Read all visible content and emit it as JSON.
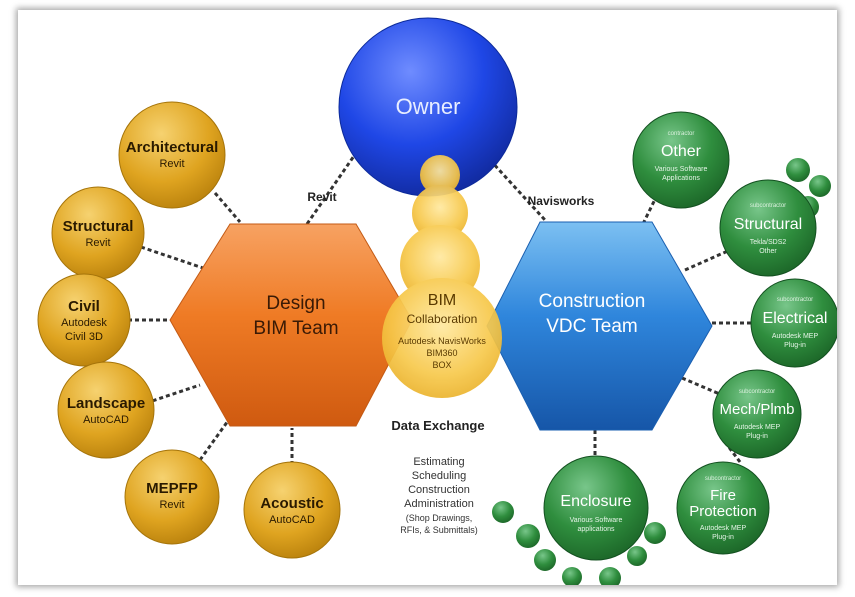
{
  "owner": {
    "label": "Owner"
  },
  "design_team": {
    "line1": "Design",
    "line2": "BIM Team"
  },
  "construction_team": {
    "line1": "Construction",
    "line2": "VDC Team"
  },
  "bim": {
    "title": "BIM",
    "subtitle": "Collaboration",
    "tools": [
      "Autodesk NavisWorks",
      "BIM360",
      "BOX"
    ]
  },
  "edge_labels": {
    "revit": "Revit",
    "navisworks": "Navisworks"
  },
  "data_exchange": {
    "title": "Data Exchange",
    "lines": [
      "Estimating",
      "Scheduling",
      "Construction",
      "Administration",
      "(Shop Drawings,",
      "RFIs, & Submittals)"
    ]
  },
  "design_nodes": [
    {
      "title": "Architectural",
      "sub": [
        "Revit"
      ]
    },
    {
      "title": "Structural",
      "sub": [
        "Revit"
      ]
    },
    {
      "title": "Civil",
      "sub": [
        "Autodesk",
        "Civil 3D"
      ]
    },
    {
      "title": "Landscape",
      "sub": [
        "AutoCAD"
      ]
    },
    {
      "title": "MEPFP",
      "sub": [
        "Revit"
      ]
    },
    {
      "title": "Acoustic",
      "sub": [
        "AutoCAD"
      ]
    }
  ],
  "construction_nodes": [
    {
      "role": "contractor",
      "title": [
        "Other"
      ],
      "sub": [
        "Various Software",
        "Applications"
      ]
    },
    {
      "role": "subcontractor",
      "title": [
        "Structural"
      ],
      "sub": [
        "Tekla/SDS2",
        "Other"
      ]
    },
    {
      "role": "subcontractor",
      "title": [
        "Electrical"
      ],
      "sub": [
        "Autodesk MEP",
        "Plug-in"
      ]
    },
    {
      "role": "subcontractor",
      "title": [
        "Mech/Plmb"
      ],
      "sub": [
        "Autodesk MEP",
        "Plug-in"
      ]
    },
    {
      "role": "subcontractor",
      "title": [
        "Fire",
        "Protection"
      ],
      "sub": [
        "Autodesk MEP",
        "Plug-in"
      ]
    },
    {
      "role": "",
      "title": [
        "Enclosure"
      ],
      "sub": [
        "Various Software",
        "applications"
      ]
    }
  ],
  "colors": {
    "owner": "#1e4fe0",
    "design_hex": "#ec7a24",
    "construction_hex": "#2f86dc",
    "bim": "#f6c645",
    "gold_node": "#dca21c",
    "green_node": "#2e8a3c"
  }
}
